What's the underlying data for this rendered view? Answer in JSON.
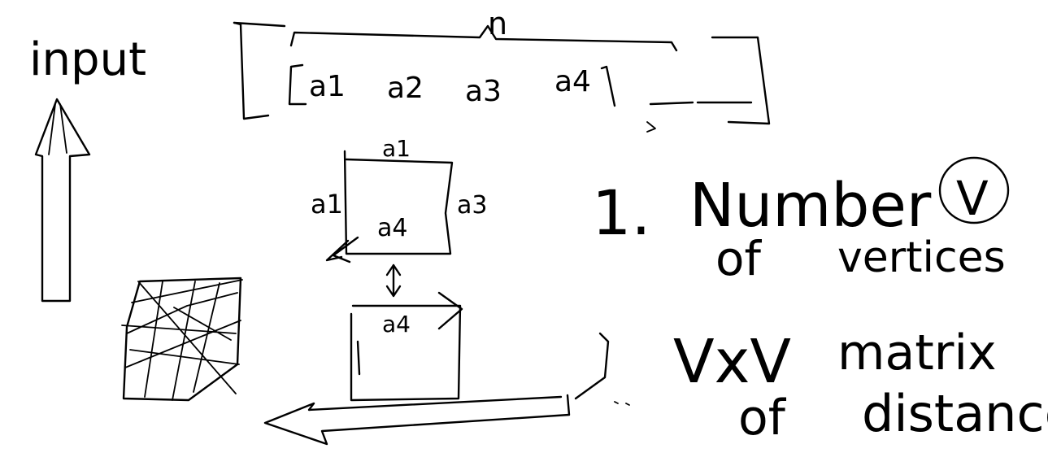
{
  "labels": {
    "input": "input",
    "n": "n",
    "a1": "a1",
    "a2": "a2",
    "a3": "a3",
    "a4": "a4",
    "comma": ",",
    "dash_ellipsis": "- -",
    "step_number": "1.",
    "number": "Number",
    "of": "of",
    "vertices": "vertices",
    "circled_v": "V",
    "vxv": "VxV",
    "matrix": "matrix",
    "of2": "of",
    "distances": "distances"
  }
}
